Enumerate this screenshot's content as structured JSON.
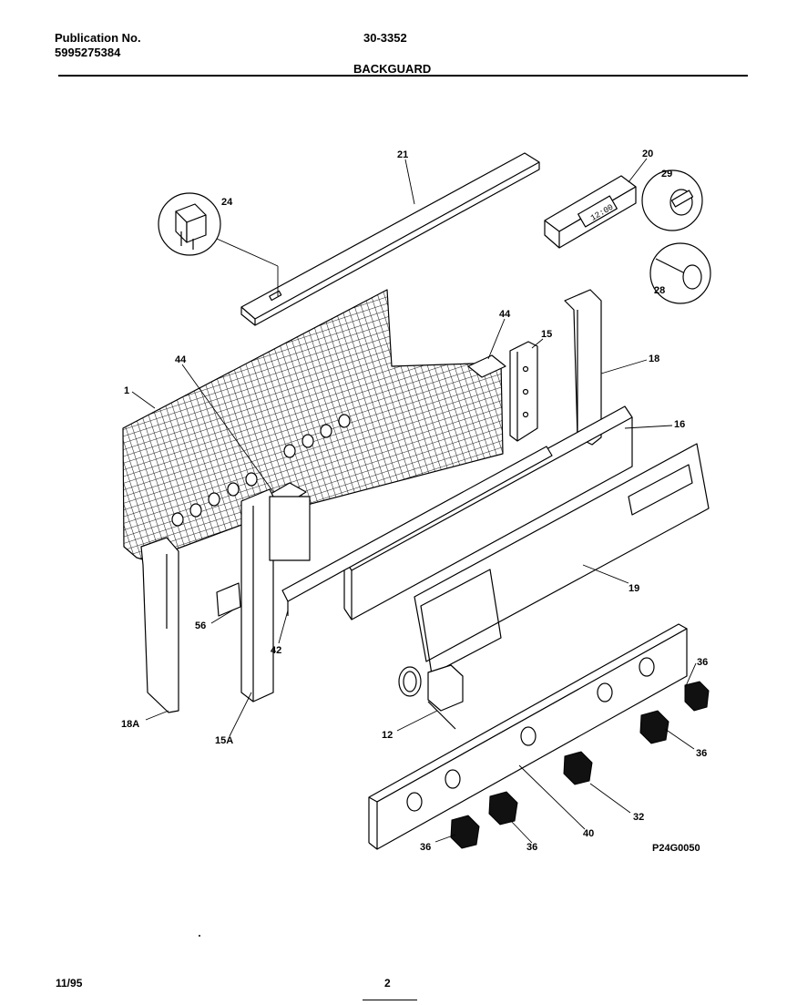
{
  "header": {
    "publication_label": "Publication No.",
    "publication_number": "5995275384",
    "model": "30-3352",
    "section_title": "BACKGUARD"
  },
  "callouts": [
    {
      "id": "c21",
      "text": "21"
    },
    {
      "id": "c20",
      "text": "20"
    },
    {
      "id": "c29",
      "text": "29"
    },
    {
      "id": "c28",
      "text": "28"
    },
    {
      "id": "c24",
      "text": "24"
    },
    {
      "id": "c44a",
      "text": "44"
    },
    {
      "id": "c44b",
      "text": "44"
    },
    {
      "id": "c15",
      "text": "15"
    },
    {
      "id": "c18",
      "text": "18"
    },
    {
      "id": "c16",
      "text": "16"
    },
    {
      "id": "c1",
      "text": "1"
    },
    {
      "id": "c19",
      "text": "19"
    },
    {
      "id": "c56",
      "text": "56"
    },
    {
      "id": "c42",
      "text": "42"
    },
    {
      "id": "c18a",
      "text": "18A"
    },
    {
      "id": "c15a",
      "text": "15A"
    },
    {
      "id": "c12",
      "text": "12"
    },
    {
      "id": "c36a",
      "text": "36"
    },
    {
      "id": "c36b",
      "text": "36"
    },
    {
      "id": "c32",
      "text": "32"
    },
    {
      "id": "c40",
      "text": "40"
    },
    {
      "id": "c36c",
      "text": "36"
    },
    {
      "id": "c36d",
      "text": "36"
    }
  ],
  "clock_display": "12:00",
  "drawing_code": "P24G0050",
  "footer": {
    "date": "11/95",
    "page": "2"
  }
}
